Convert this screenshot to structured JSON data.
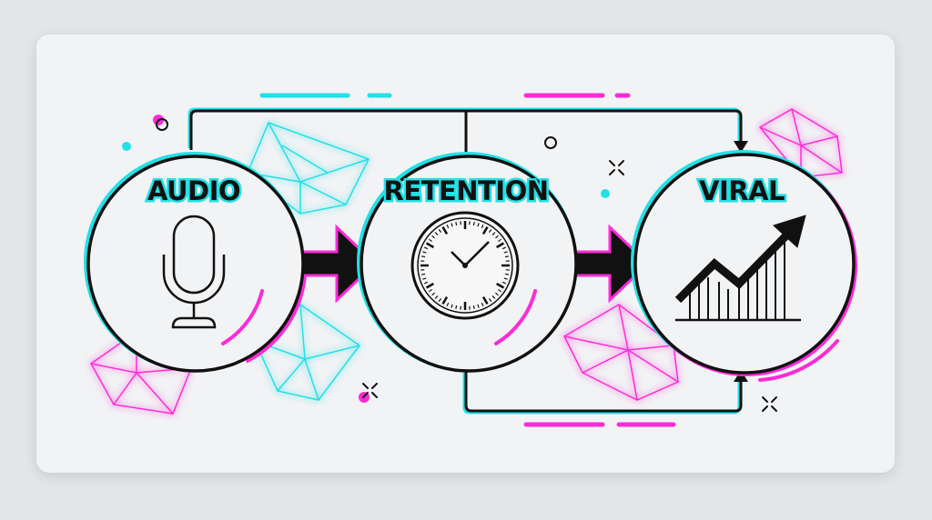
{
  "stages": [
    {
      "label": "AUDIO",
      "icon": "microphone-icon"
    },
    {
      "label": "RETENTION",
      "icon": "clock-icon"
    },
    {
      "label": "VIRAL",
      "icon": "trending-chart-icon"
    }
  ],
  "colors": {
    "cyan": "#22e0e6",
    "magenta": "#ff2bd6",
    "ink": "#111111",
    "card": "#f2f3f5"
  }
}
